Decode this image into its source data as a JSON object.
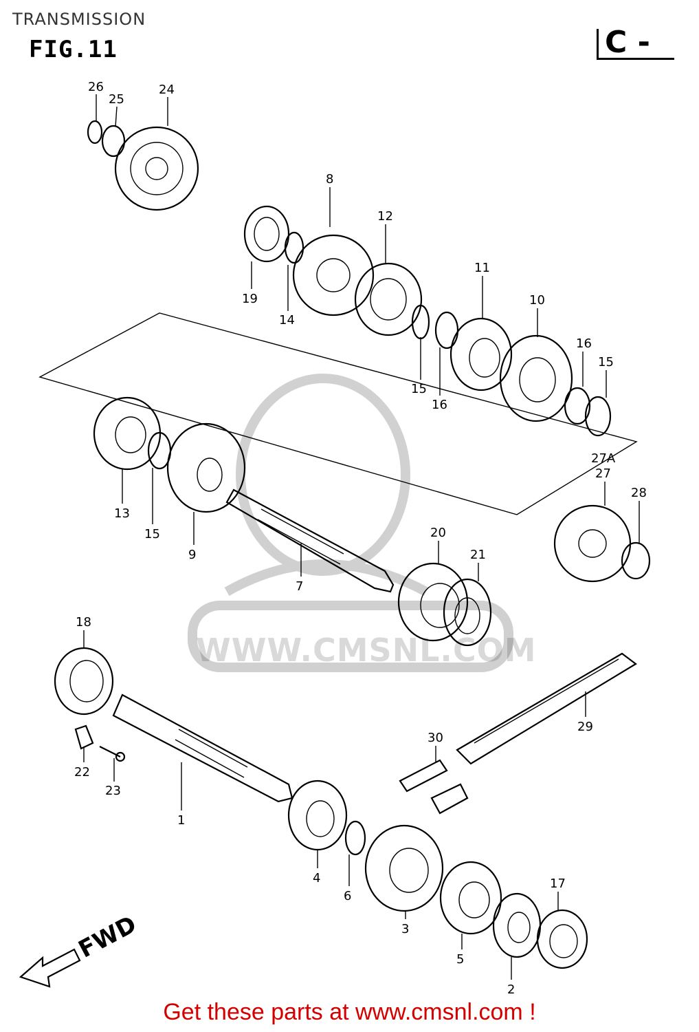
{
  "header": {
    "title": "TRANSMISSION",
    "figure": "FIG.11",
    "section_code": "C -"
  },
  "diagram": {
    "fwd_label": "FWD",
    "watermark": "WWW.CMSNL.COM",
    "callouts": [
      "26",
      "25",
      "24",
      "8",
      "12",
      "19",
      "14",
      "11",
      "10",
      "16",
      "15",
      "15",
      "16",
      "13",
      "15",
      "9",
      "7",
      "27A",
      "27",
      "28",
      "20",
      "21",
      "18",
      "22",
      "23",
      "1",
      "30",
      "29",
      "4",
      "6",
      "3",
      "17",
      "5",
      "2"
    ]
  },
  "footer": {
    "link_text": "Get these parts at www.cmsnl.com !"
  }
}
